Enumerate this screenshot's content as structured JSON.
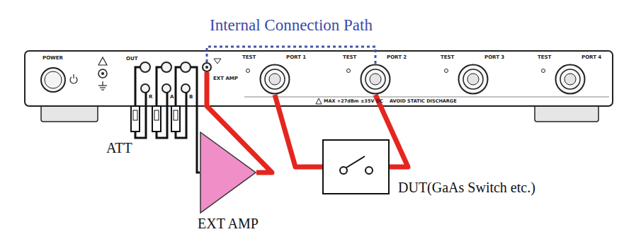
{
  "diagram": {
    "nodes": [
      {
        "text": [
          "EXT AMP"
        ]
      },
      {
        "text": [
          "TEST",
          "PORT 1"
        ]
      },
      {
        "text": [
          "TEST",
          "PORT 2"
        ]
      },
      {
        "text": [
          "TEST",
          "PORT 3"
        ]
      },
      {
        "text": [
          "TEST",
          "PORT 4"
        ]
      },
      {
        "text": [
          "EXT AMP"
        ]
      },
      {
        "text": [
          "DUT(GaAs Switch etc.)"
        ]
      }
    ],
    "edges": [
      {
        "from": 0,
        "to": 2,
        "arrow": "none",
        "label": "Internal Connection Path"
      },
      {
        "from": 5,
        "to": 0,
        "arrow": "none"
      },
      {
        "from": 1,
        "to": 6,
        "arrow": "none"
      },
      {
        "from": 6,
        "to": 2,
        "arrow": "none"
      }
    ],
    "labels": [
      "POWER",
      "OUT",
      "R",
      "A",
      "B",
      "MAX +27dBm ±35V DC",
      "AVOID STATIC DISCHARGE",
      "ATT"
    ]
  }
}
